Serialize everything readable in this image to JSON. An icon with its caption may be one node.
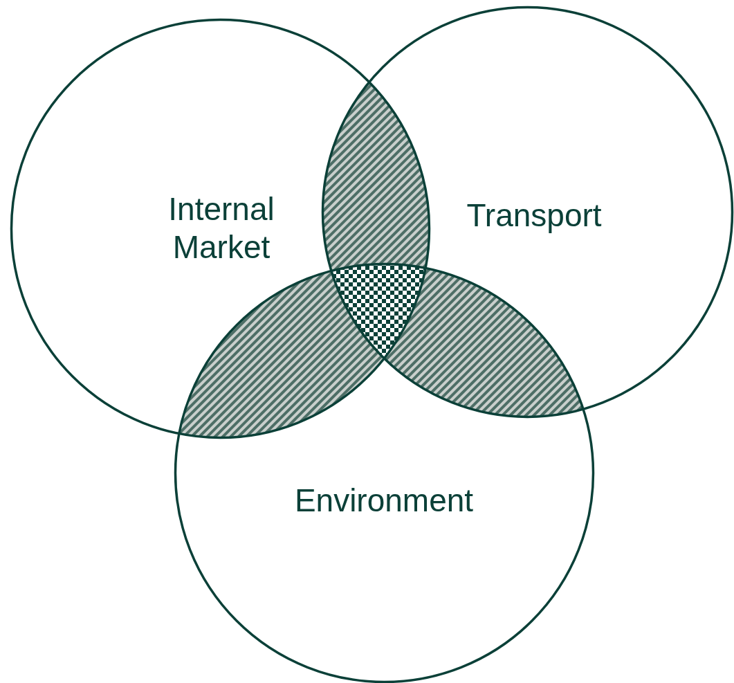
{
  "diagram": {
    "nodes": [
      {
        "text": [
          "Internal Market"
        ]
      },
      {
        "text": [
          "Transport"
        ]
      },
      {
        "text": [
          "Environment"
        ]
      }
    ]
  }
}
